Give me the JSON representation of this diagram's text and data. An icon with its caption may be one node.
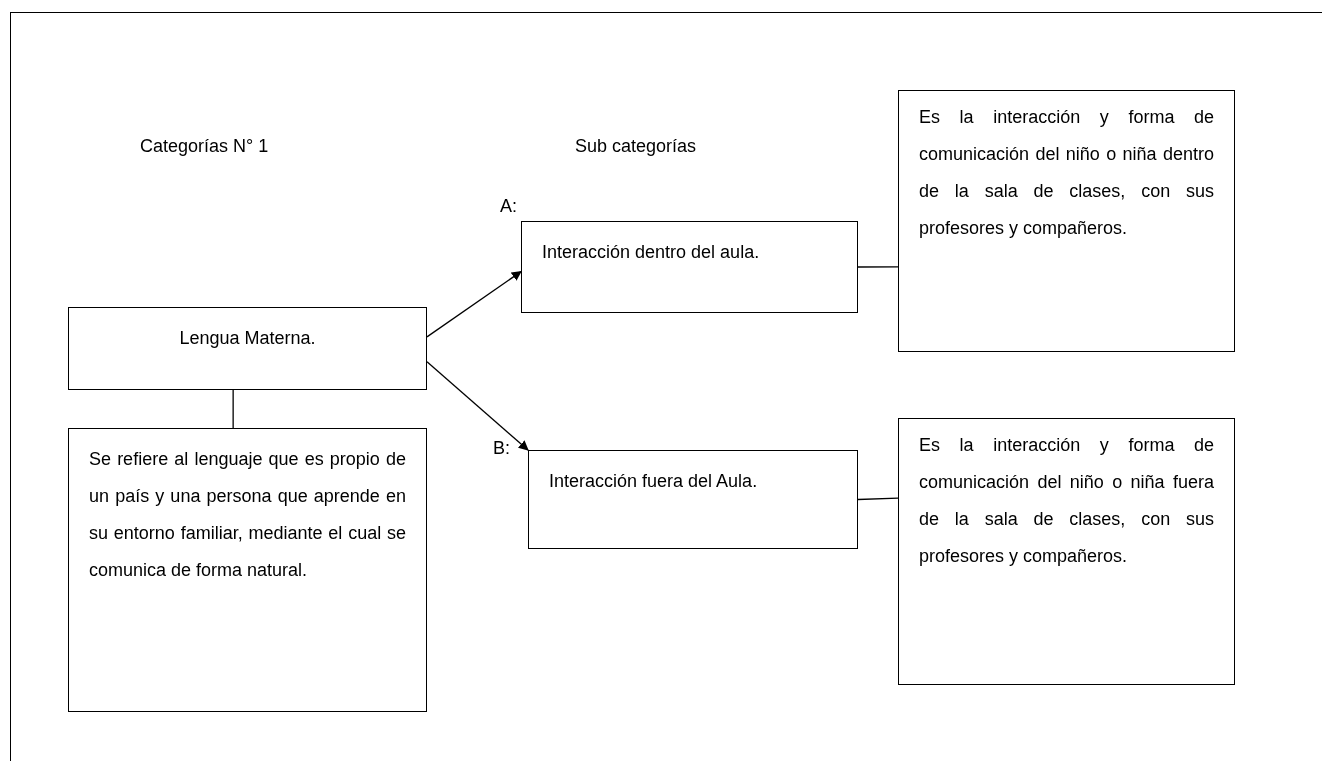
{
  "diagram": {
    "nodes": [
      {
        "text": [
          "Lengua Materna."
        ]
      },
      {
        "text": [
          "Se refiere al lenguaje que es propio de un país y una persona que aprende en su entorno familiar, mediante el cual se comunica de forma natural."
        ]
      },
      {
        "text": [
          "Interacción dentro del aula."
        ]
      },
      {
        "text": [
          "Interacción fuera del Aula."
        ]
      },
      {
        "text": [
          "Es la interacción y forma de comunicación del niño o niña dentro de la sala de clases, con sus profesores y compañeros."
        ]
      },
      {
        "text": [
          "Es la interacción y forma de comunicación del niño o niña fuera de la sala de clases, con sus profesores y compañeros."
        ]
      }
    ],
    "edges": [
      {
        "from": 0,
        "to": 2,
        "arrow": "to"
      },
      {
        "from": 0,
        "to": 3,
        "arrow": "to"
      },
      {
        "from": 0,
        "to": 1,
        "arrow": "none"
      },
      {
        "from": 2,
        "to": 4,
        "arrow": "none"
      },
      {
        "from": 3,
        "to": 5,
        "arrow": "none"
      }
    ],
    "labels": [
      "Categorías N° 1",
      "Sub categorías",
      "A:",
      "B:"
    ]
  }
}
